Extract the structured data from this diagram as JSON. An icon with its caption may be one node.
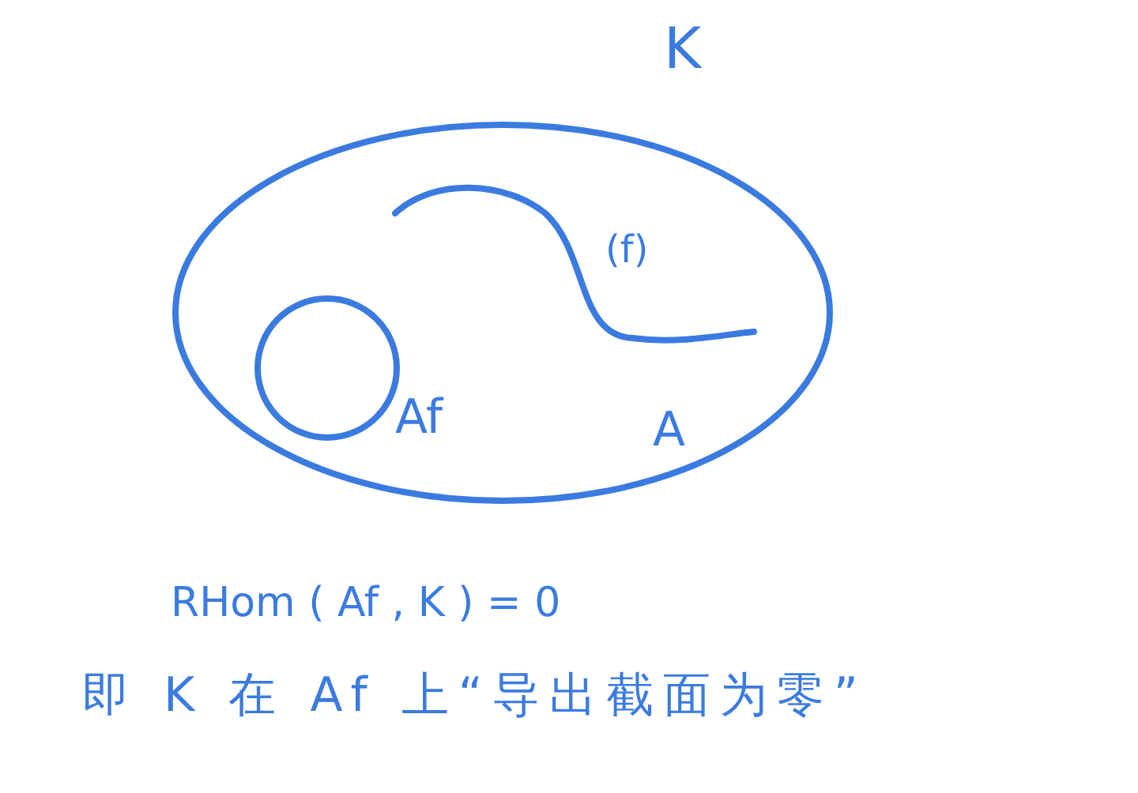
{
  "diagram": {
    "nodes": [
      {
        "text": [
          "A"
        ]
      },
      {
        "text": [
          "Af"
        ],
        "in": 0
      }
    ],
    "labels": [
      "K",
      "(f)",
      "RHom ( Af , K ) = 0",
      "即 K 在 Af 上“导出截面为零”"
    ]
  }
}
